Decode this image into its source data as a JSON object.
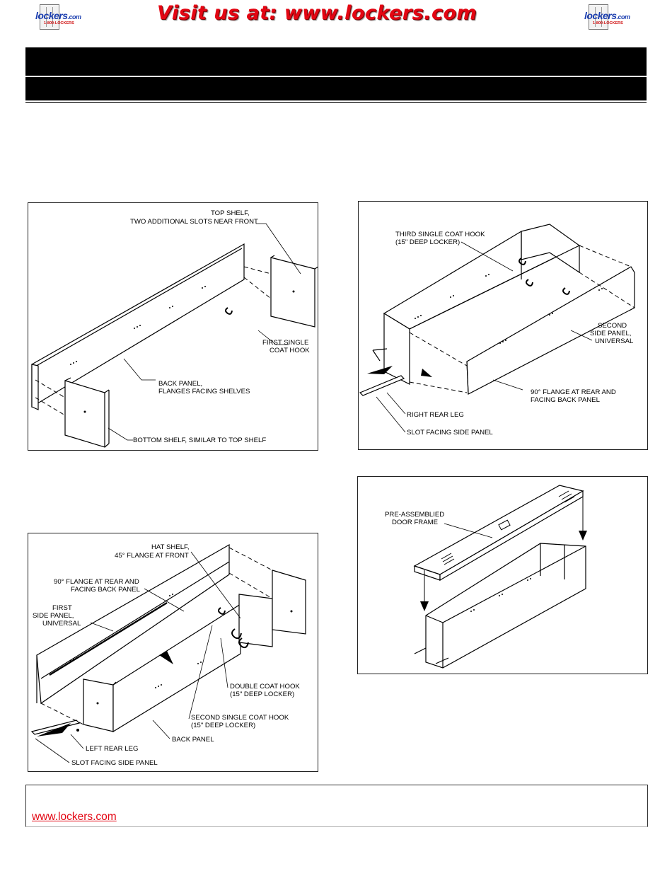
{
  "header": {
    "logo_text": "lockers",
    "logo_suffix": ".com",
    "logo_phone": "1-800-LOCKERS",
    "banner": "Visit us at: www.lockers.com"
  },
  "figures": {
    "fig1": {
      "labels": {
        "top_shelf_1": "TOP SHELF,",
        "top_shelf_2": "TWO ADDITIONAL SLOTS NEAR FRONT",
        "hook_1": "FIRST SINGLE",
        "hook_2": "COAT HOOK",
        "back_1": "BACK PANEL,",
        "back_2": "FLANGES FACING SHELVES",
        "bottom": "BOTTOM SHELF, SIMILAR TO TOP SHELF"
      }
    },
    "fig2": {
      "labels": {
        "hook3_1": "THIRD SINGLE COAT HOOK",
        "hook3_2": "(15\" DEEP LOCKER)",
        "side2_1": "SECOND",
        "side2_2": "SIDE PANEL,",
        "side2_3": "UNIVERSAL",
        "flange_1": "90° FLANGE AT REAR AND",
        "flange_2": "FACING BACK PANEL",
        "leg": "RIGHT REAR LEG",
        "slot": "SLOT FACING SIDE PANEL"
      }
    },
    "fig3": {
      "labels": {
        "hat_1": "HAT SHELF,",
        "hat_2": "45° FLANGE AT FRONT",
        "flange_1": "90° FLANGE AT REAR AND",
        "flange_2": "FACING BACK PANEL",
        "side1_1": "FIRST",
        "side1_2": "SIDE PANEL,",
        "side1_3": "UNIVERSAL",
        "double_1": "DOUBLE COAT HOOK",
        "double_2": "(15\" DEEP LOCKER)",
        "single2_1": "SECOND SINGLE COAT HOOK",
        "single2_2": "(15\" DEEP LOCKER)",
        "back": "BACK PANEL",
        "leg": "LEFT REAR LEG",
        "slot": "SLOT FACING SIDE PANEL"
      }
    },
    "fig4": {
      "labels": {
        "frame_1": "PRE-ASSEMBLIED",
        "frame_2": "DOOR FRAME"
      }
    }
  },
  "footer": {
    "link": "www.lockers.com"
  },
  "colors": {
    "brand_red": "#e30613",
    "brand_blue": "#1c3fb0",
    "bar": "#000000"
  }
}
